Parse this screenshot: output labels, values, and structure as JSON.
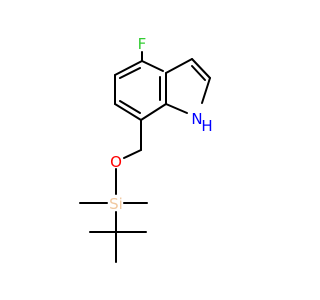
{
  "molecule": {
    "atoms": [
      {
        "id": "F",
        "label": "F",
        "color": "#33cc33"
      },
      {
        "id": "N",
        "label": "N",
        "color": "#0000ff"
      },
      {
        "id": "H",
        "label": "H",
        "color": "#0000ff"
      },
      {
        "id": "O",
        "label": "O",
        "color": "#ff0000"
      },
      {
        "id": "Si",
        "label": "Si",
        "color": "#f0c8a0"
      }
    ],
    "bond_color": "#000000"
  }
}
